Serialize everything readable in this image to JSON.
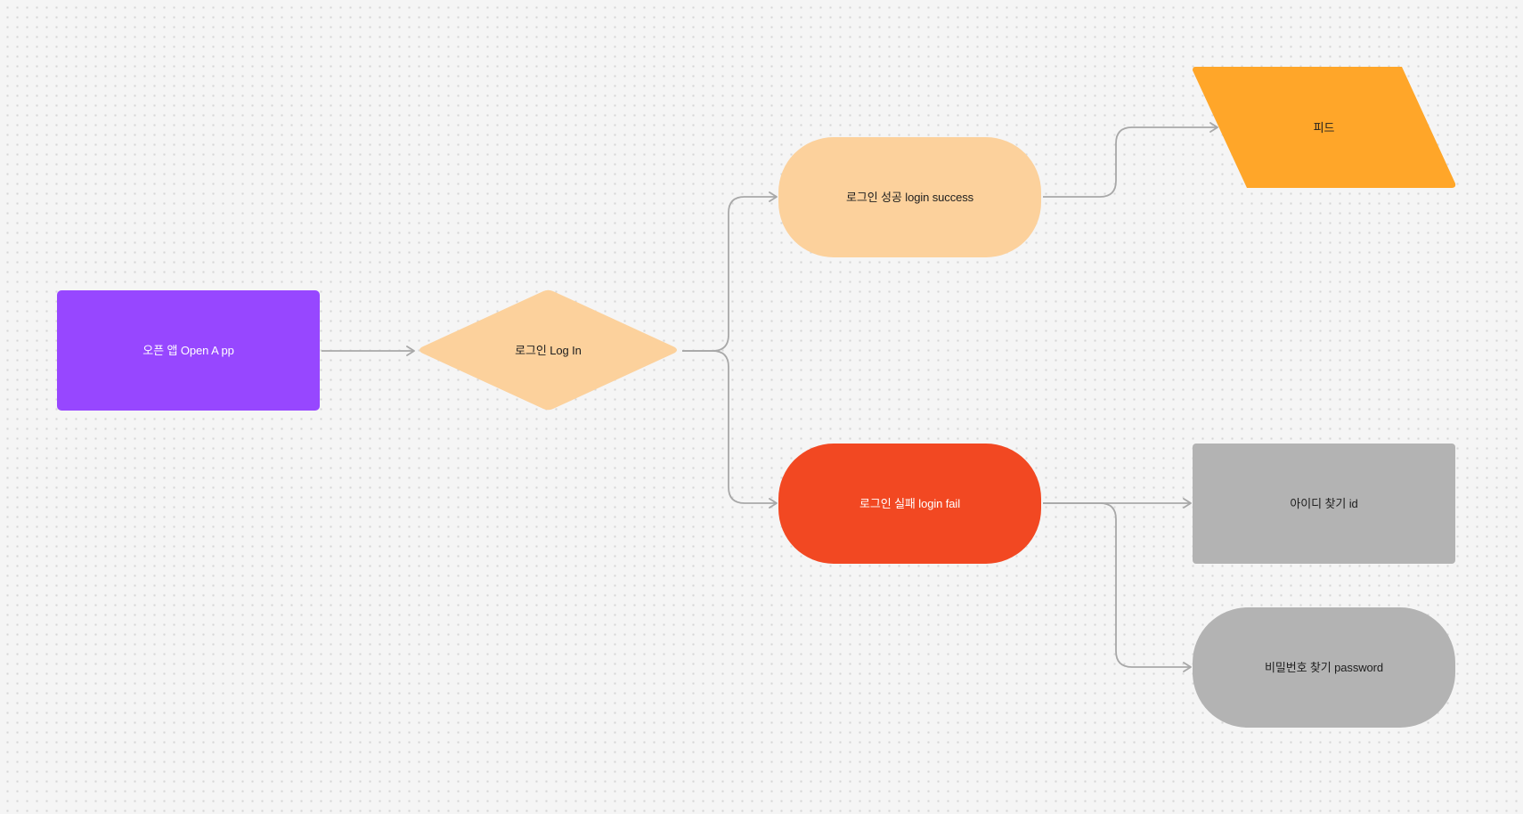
{
  "diagram": {
    "nodes": {
      "open_app": "오픈 앱 Open A pp",
      "login": "로그인 Log In",
      "login_success": "로그인 성공 login success",
      "login_fail": "로그인 실패 login fail",
      "feed": "피드",
      "find_id": "아이디 찾기 id",
      "find_password": "비밀번호 찾기 password"
    },
    "edges": [
      {
        "from": "open_app",
        "to": "login"
      },
      {
        "from": "login",
        "to": "login_success"
      },
      {
        "from": "login",
        "to": "login_fail"
      },
      {
        "from": "login_success",
        "to": "feed"
      },
      {
        "from": "login_fail",
        "to": "find_id"
      },
      {
        "from": "login_fail",
        "to": "find_password"
      }
    ]
  },
  "colors": {
    "open_app": "#9747ff",
    "login": "#fcd19c",
    "login_success": "#fcd19c",
    "login_fail": "#f24822",
    "feed": "#ffa629",
    "find_id": "#b3b3b3",
    "find_password": "#b3b3b3",
    "connector": "#a8a8a8",
    "canvas": "#f5f5f5"
  }
}
